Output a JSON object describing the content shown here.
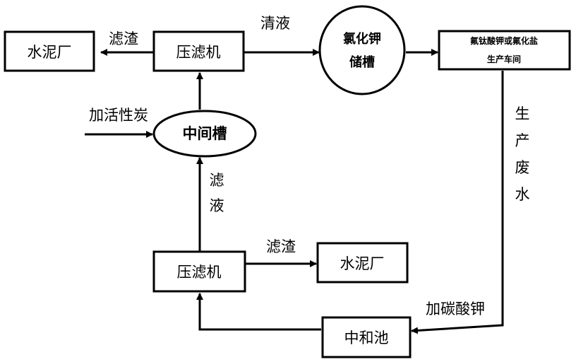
{
  "nodes": {
    "cement_top": "水泥厂",
    "press_top": "压滤机",
    "kcl_tank_line1": "氯化钾",
    "kcl_tank_line2": "储槽",
    "workshop_line1": "氟钛酸钾或氟化盐",
    "workshop_line2": "生产车间",
    "middle_tank": "中间槽",
    "press_bottom": "压滤机",
    "cement_bottom": "水泥厂",
    "neutral_pool": "中和池"
  },
  "labels": {
    "residue_top": "滤渣",
    "clear_liquid": "清液",
    "add_carbon": "加活性炭",
    "filtrate": [
      "滤",
      "液"
    ],
    "production_wastewater": [
      "生",
      "产",
      "废",
      "水"
    ],
    "residue_bottom": "滤渣",
    "add_k2co3": "加碳酸钾"
  }
}
